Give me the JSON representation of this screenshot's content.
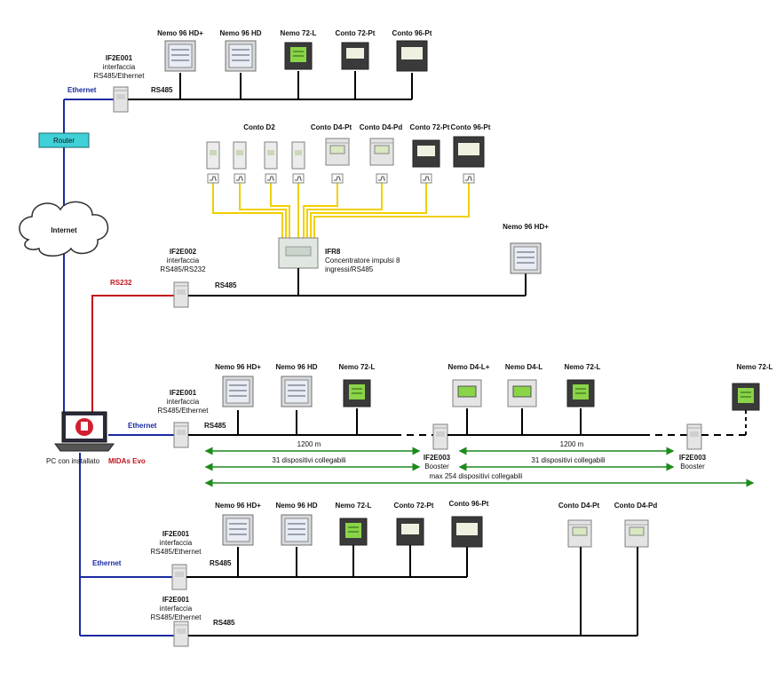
{
  "colors": {
    "ethernet": "#1a2aa0",
    "rs232": "#c0141c",
    "pulse": "#f0d000",
    "distance": "#1e8a1e",
    "router": "#40d0d8",
    "bus": "#000000"
  },
  "pc": {
    "caption": "PC con installato",
    "software": "MIDAs Evo"
  },
  "router": {
    "label": "Router"
  },
  "internet": {
    "label": "Internet"
  },
  "row1": {
    "interface_name": "IF2E001",
    "interface_l1": "interfaccia",
    "interface_l2": "RS485/Ethernet",
    "eth_label": "Ethernet",
    "bus_label": "RS485",
    "devices": [
      "Nemo 96 HD+",
      "Nemo 96 HD",
      "Nemo 72-L",
      "Conto 72-Pt",
      "Conto 96-Pt"
    ]
  },
  "row2": {
    "devices_top": [
      "Conto D2",
      "Conto D4-Pt",
      "Conto D4-Pd",
      "Conto 72-Pt",
      "Conto 96-Pt"
    ],
    "concentrator_name": "IFR8",
    "concentrator_l1": "Concentratore impulsi 8",
    "concentrator_l2": "ingressi/RS485",
    "interface_name": "IF2E002",
    "interface_l1": "interfaccia",
    "interface_l2": "RS485/RS232",
    "rs232_label": "RS232",
    "bus_label": "RS485",
    "device_right": "Nemo 96 HD+"
  },
  "row3": {
    "interface_name": "IF2E001",
    "interface_l1": "interfaccia",
    "interface_l2": "RS485/Ethernet",
    "eth_label": "Ethernet",
    "bus_label": "RS485",
    "devices_a": [
      "Nemo 96 HD+",
      "Nemo 96 HD",
      "Nemo 72-L"
    ],
    "booster1_name": "IF2E003",
    "booster1_l1": "Booster",
    "devices_b": [
      "Nemo D4-L+",
      "Nemo D4-L",
      "Nemo 72-L"
    ],
    "booster2_name": "IF2E003",
    "booster2_l1": "Booster",
    "device_end": "Nemo 72-L",
    "dist1": "1200 m",
    "dist2": "1200 m",
    "count1": "31 dispositivi collegabili",
    "count2": "31 dispositivi collegabili",
    "count_total": "max 254 dispositivi collegabili"
  },
  "row4": {
    "interface_name": "IF2E001",
    "interface_l1": "interfaccia",
    "interface_l2": "RS485/Ethernet",
    "eth_label": "Ethernet",
    "bus_label": "RS485",
    "devices": [
      "Nemo 96 HD+",
      "Nemo 96 HD",
      "Nemo 72-L",
      "Conto 72-Pt",
      "Conto 96-Pt",
      "Conto D4-Pt",
      "Conto D4-Pd"
    ]
  },
  "row5": {
    "interface_name": "IF2E001",
    "interface_l1": "interfaccia",
    "interface_l2": "RS485/Ethernet",
    "bus_label": "RS485"
  }
}
